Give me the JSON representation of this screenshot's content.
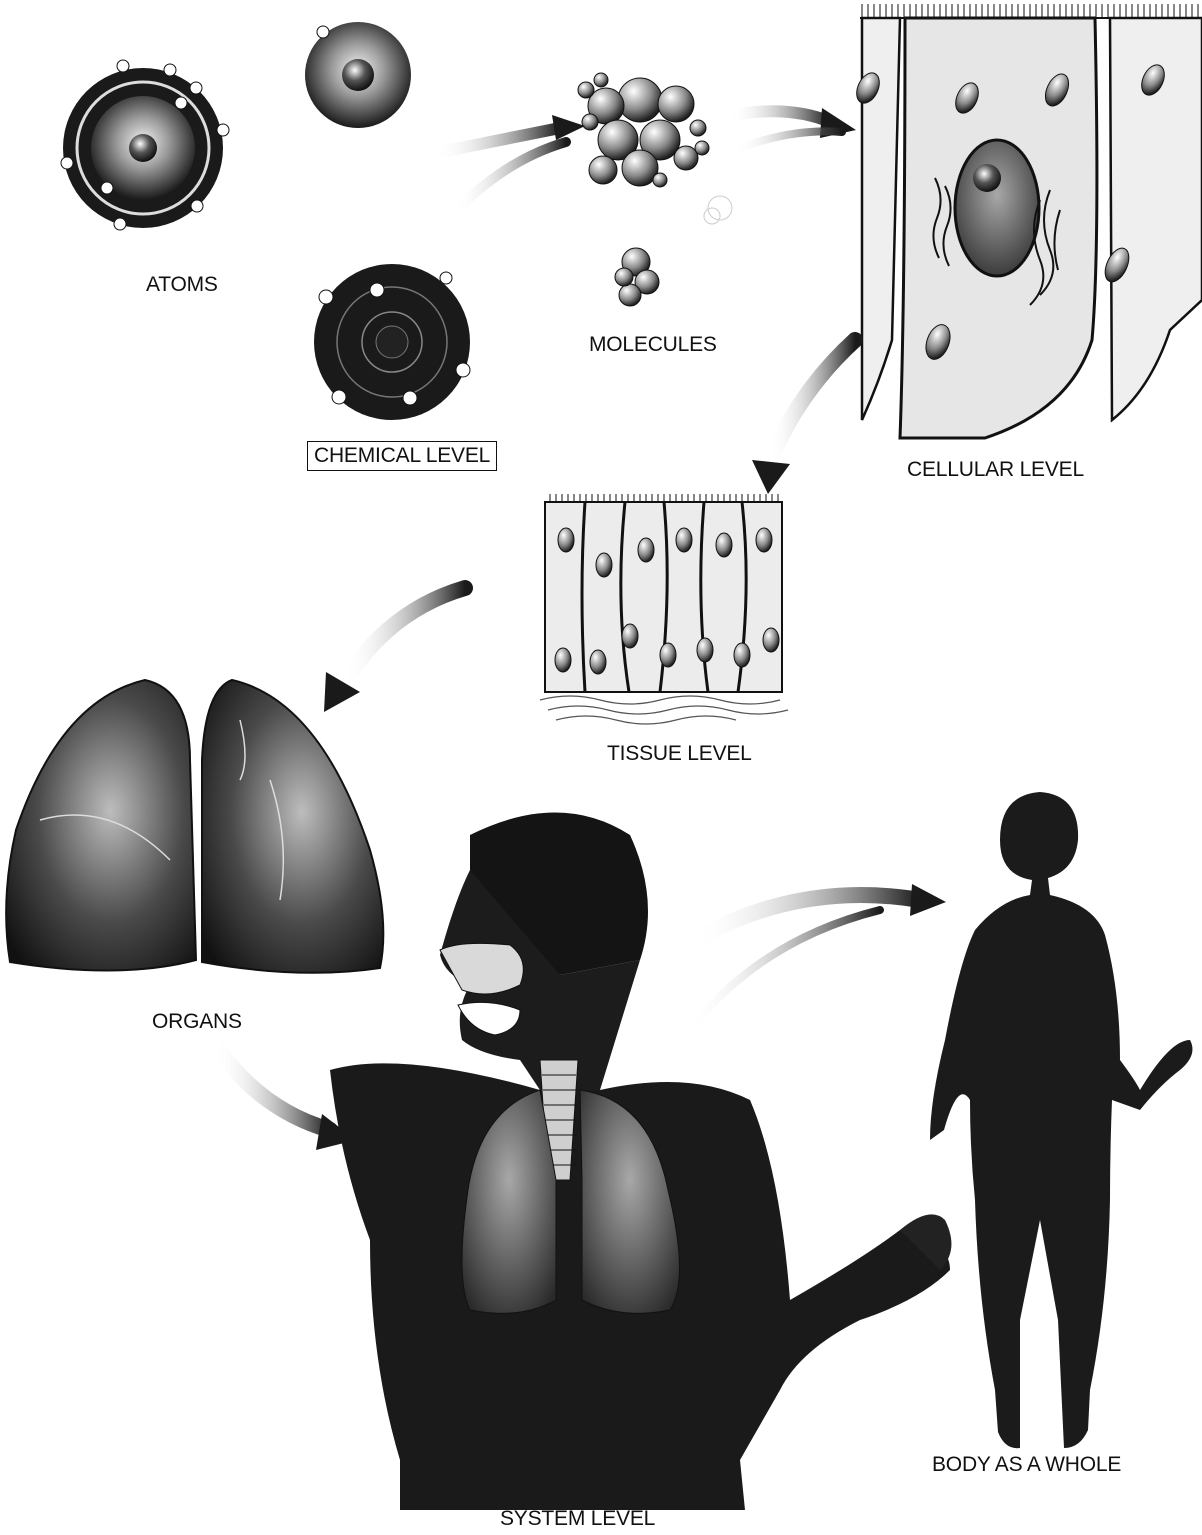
{
  "labels": {
    "atoms": "ATOMS",
    "chemical_level": "CHEMICAL LEVEL",
    "molecules": "MOLECULES",
    "cellular_level": "CELLULAR LEVEL",
    "tissue_level": "TISSUE LEVEL",
    "organs": "ORGANS",
    "system_level": "SYSTEM LEVEL",
    "body_as_a_whole": "BODY AS A WHOLE"
  },
  "colors": {
    "ink": "#111111",
    "background": "#ffffff",
    "cell_fill": "#e9e9e9",
    "organ_fill": "#2e2e2e"
  },
  "icons": {
    "arrow": "curved-gradient-arrow"
  }
}
